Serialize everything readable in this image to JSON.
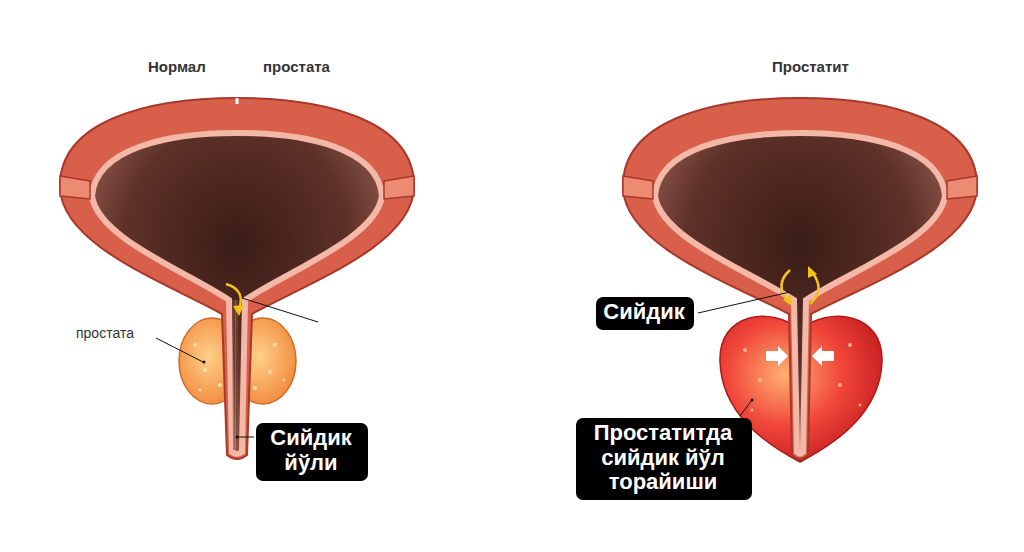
{
  "diagram": {
    "nodes": [
      {
        "text": [
          "Сийдик йўли"
        ]
      },
      {
        "text": [
          "Сийдик"
        ]
      },
      {
        "text": [
          "Простатитда сийдик йўл торайиши"
        ]
      }
    ],
    "labels": [
      "Нормал",
      "простата",
      "Простатит",
      "простата"
    ]
  }
}
